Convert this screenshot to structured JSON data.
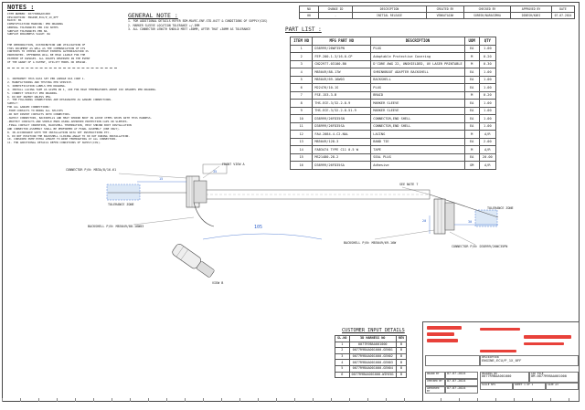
{
  "notes": {
    "title": "NOTES :",
    "header_lines": [
      "ITEM NUMBER: 0077X8BAA01000",
      "DESCRIPTION: ENGINE,ECU/P_1X_0FF",
      "BLOCK: B1",
      "IDENTIFICATION MARKING: PER DRAWING",
      "GENERAL TOLERANCES PER ISO NOTES",
      "SURFACE TOLERANCES PER NA",
      "SURFACE ROUGHNESS VALUE: NA"
    ],
    "reproduction_lines": [
      "THE REPRODUCTION, DISTRIBUTION AND UTILIZATION OF",
      "THIS DOCUMENT AS WELL AS THE COMMUNICATION OF ITS",
      "CONTENTS TO OTHERS WITHOUT EXPRESS AUTHORIZATION IS",
      "PROHIBITED. OFFENDERS WILL BE HELD LIABLE FOR THE",
      "PAYMENT OF DAMAGES. ALL RIGHTS RESERVED IN THE EVENT",
      "OF THE GRANT OF A PATENT, UTILITY MODEL OR DESIGN."
    ],
    "numbered_lines": [
      "1. INTERPRET THIS DATA SET PER ASHRAE D16 CODE 1.",
      "2. MANUFACTURING AND TESTING PER SERVICE.",
      "3. IDENTIFICATION LABELS PER DRAWING.",
      "4. INSTALL LACING TAPE AS GIVEN IN 1, 4X0 FOR HIGH TEMPERATURES ABOVE 150 DEGREES PER DRAWING.",
      "5. CONNECT STRICTLY PER DRAWING.",
      "6. DO NOT INVERT UNLESS PMA.",
      "7. THE FOLLOWING CONNECTIONS ARE DESIGNATED AS GANGED CONNECTIONS.",
      "SUPPLY:",
      "FOR ALL GANGED CONNECTIONS:",
      "-FORM CONTACTS TO BRING ALL SPLICES",
      "-DO NOT INSERT CONTACTS INTO CONNECTORS.",
      "-SUPPLY CONNECTORS, BACKSHELLS AND HEAT SHRINK BOOT IN LOOSE ITEMS SHIPS WITH THIS HARNESS.",
      "-PROTECT CONTACTS AND SHIELD ENDS USING APPROVED PROTECTION CAPS OR SLEEVES.",
      "-FINAL CONTACT INSERTION, BACKSHELL TERMINATION, HEAT SHRINK BOOT INSTALLATION",
      "AND CONNECTOR ASSEMBLY SHALL BE PERFORMED AT FINAL ASSEMBLY (ONE ONLY).",
      "8. IN ACCORDANCE WITH THE INSTALLATION DATA SET INSTRUCTIONS ETC.",
      "9. DO NOT POSITION THE BACKSHELL CLOSING ANGLE TO 90 OUT DURING INSTALLATION.",
      "10. CONSIDER PUMP EXTRA LENGTH TO WIRE TERMINATING AT ALL CONNECTORS.",
      "11. FOR ADDITIONAL DETAILS REFER CONDITIONS OF SUPPLY(COS)."
    ]
  },
  "general_note": {
    "title": "GENERAL NOTE :",
    "lines": [
      "1. FOR ADDITIONAL DETAILS REFER EDM-MAVEC-ENF-STD-0477 & CONDITIONS OF SUPPLY(COS)",
      "2. MARKER SLEEVE LOCATION TOLERANCE +/-5MM",
      "3. ALL CONNECTOR LENGTH SHOULD MEET +80MM, AFTER THAT +30MM AS TOLERANCE"
    ]
  },
  "revision_table": {
    "headers": [
      "NO",
      "CHANGE ID",
      "DESCRIPTION",
      "CREATED BY",
      "CHECKED BY",
      "APPROVED BY",
      "DATE"
    ],
    "rows": [
      [
        "00",
        "-",
        "INITIAL RELEASE",
        "VENKATAIAH",
        "SURESH/NARASIMHA",
        "DINESH/KARI",
        "07-07-2024"
      ]
    ]
  },
  "part_list": {
    "title": "PART LIST :",
    "headers": [
      "ITEM NO",
      "MFG PART NO",
      "DESCRIPTION",
      "UOM",
      "QTY"
    ],
    "rows": [
      [
        "1",
        "D38999/26WF35PN",
        "PLUG",
        "EA",
        "1.00"
      ],
      [
        "2",
        "FEP-200-1-3/16-0-CP",
        "Adaptable Protective Covering",
        "M",
        "0.20"
      ],
      [
        "3",
        "CN22977-03100-B0",
        "D'CORE AWG 22, UNSHIELDED, UV LASER PRINTABLE",
        "M",
        "0.30"
      ],
      [
        "4",
        "M85049/88-17W",
        "SHRINKBOOT ADAPTER BACKSHELL",
        "EA",
        "1.00"
      ],
      [
        "5",
        "M85049/69-16W03",
        "BACKSHELL",
        "EA",
        "1.00"
      ],
      [
        "6",
        "M22476/10-1S",
        "PLUG",
        "EA",
        "1.00"
      ],
      [
        "7",
        "FSE-153-3-B",
        "BRAID",
        "M",
        "0.20"
      ],
      [
        "8",
        "THS-ECE-3/32-2-8-9",
        "MARKER SLEEVE",
        "EA",
        "1.00"
      ],
      [
        "9",
        "THS-ECE-3/32-2-8-51-9",
        "MARKER SLEEVE",
        "EA",
        "1.00"
      ],
      [
        "10",
        "D38999/26FD35SN",
        "CONNECTOR,END SHELL",
        "EA",
        "1.00"
      ],
      [
        "11",
        "D38999/26FD35SA",
        "CONNECTOR,END SHELL",
        "EA",
        "1.00"
      ],
      [
        "12",
        "FAU-2084-4-C2-NAL",
        "LACING",
        "M",
        "A/R"
      ],
      [
        "13",
        "M85049/128-3",
        "BAND TIE",
        "EA",
        "2.00"
      ],
      [
        "14",
        "FAB3474 TYPE C11 0.5 W",
        "TAPE",
        "M",
        "A/R"
      ],
      [
        "15",
        "MS21480-28-2",
        "SEAL PLUG",
        "EA",
        "20.00"
      ],
      [
        "16",
        "D38999/26FD35SA",
        "Adhesive",
        "GM",
        "A/R"
      ]
    ]
  },
  "drawing": {
    "connector_left": "CONNECTOR P/N: M83A/8/16-61",
    "front_view": "FRONT VIEW A",
    "tolerance_left": "TOLERANCE ZONE",
    "tolerance_right": "TOLERANCE ZONE",
    "backshell_left": "BACKSHELL P/N: M85049/88-16W03",
    "backshell_right": "BACKSHELL P/N: M85049/69-16W",
    "connector_right": "CONNECTOR P/N: D38999/26WC35PN",
    "see_note": "SEE NOTE 7",
    "view_b": "VIEW B",
    "dim_105": "105",
    "dim_35": "35",
    "dim_20": "20",
    "dim_15": "15",
    "dim_30": "30"
  },
  "customer_input": {
    "title": "CUSTOMER INPUT DETAILS",
    "headers": [
      "SL.NO",
      "3D HARNESS NO",
      "REV"
    ],
    "rows": [
      [
        "1",
        "0077R9BAA001000",
        "B"
      ],
      [
        "2",
        "0077R9BAA001000-GEN01",
        "B"
      ],
      [
        "3",
        "0077R9BAA001000-GEN02",
        "B"
      ],
      [
        "4",
        "0077R9BAA001000-GEN03",
        "B"
      ],
      [
        "5",
        "0077R9BAA001000-GEN04",
        "B"
      ],
      [
        "6",
        "0077R9BAA001000-WIRE01",
        "B"
      ]
    ]
  },
  "title_block": {
    "description_label": "DESCRIPTION",
    "description": "ENGINE,ECU/P_1X_0FF",
    "drawn_label": "DRAWN BY",
    "drawn_date": "07-07-2024",
    "checked_label": "CHECKED BY",
    "checked_date": "07-07-2024",
    "approved_label": "APPROVED BY",
    "approved_date": "07-07-2024",
    "drawing_no_label": "DRAWING NO",
    "drawing_no": "0077R9BAA001000",
    "cad_label": "CAD FILE",
    "cad_no": "0M-0077R9BAA001000",
    "scale": "SCALE NTS",
    "sheet": "SHEET 1 OF 1",
    "size": "SIZE A3"
  },
  "colors": {
    "redaction": "#e8413a",
    "line": "#444444",
    "dim_blue": "#3366cc"
  }
}
